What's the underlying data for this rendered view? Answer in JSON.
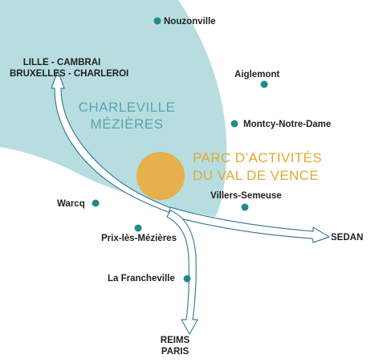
{
  "colors": {
    "urban_area": "#b7dde0",
    "location_dot": "#1f8c8a",
    "parc_circle": "#e6b04d",
    "parc_text": "#e0a834",
    "town_text": "#5aa3b0",
    "road_fill": "#ffffff",
    "road_outline": "#3f7f93",
    "label_text": "#1f1f1f"
  },
  "urban_area": {
    "name_line1": "CHARLEVILLE",
    "name_line2": "MÉZIÈRES"
  },
  "business_park": {
    "line1": "PARC D’ACTIVITÉS",
    "line2": "DU VAL DE VENCE"
  },
  "localities": {
    "nouzonville": "Nouzonville",
    "aiglemont": "Aiglemont",
    "montcy": "Montcy-Notre-Dame",
    "villers": "Villers-Semeuse",
    "warcq": "Warcq",
    "prix": "Prix-lès-Mézières",
    "francheville": "La Francheville"
  },
  "destinations": {
    "north_line1": "LILLE - CAMBRAI",
    "north_line2": "BRUXELLES - CHARLEROI",
    "east": "SEDAN",
    "south_line1": "REIMS",
    "south_line2": "PARIS"
  }
}
